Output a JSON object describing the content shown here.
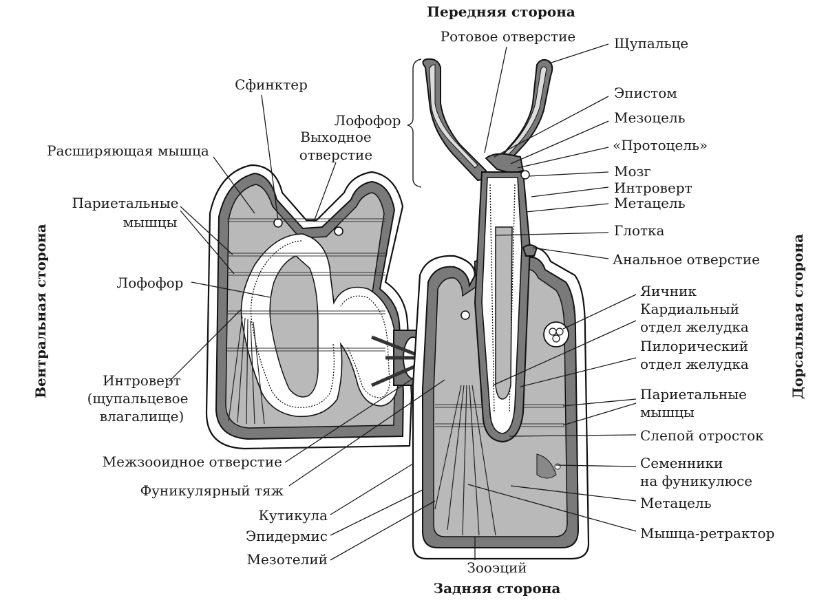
{
  "orientation": {
    "top": "Передняя сторона",
    "bottom": "Задняя сторона",
    "left": "Вентральная сторона",
    "right": "Дорсальная сторона"
  },
  "labels": {
    "sphincter": "Сфинктер",
    "dilator_muscle": "Расширяющая мышца",
    "parietal_muscles_left_1": "Париетальные",
    "parietal_muscles_left_2": "мышцы",
    "lophophore_left": "Лофофор",
    "introvert_left_1": "Интроверт",
    "introvert_left_2": "(щупальцевое",
    "introvert_left_3": "влагалище)",
    "lophophore_top": "Лофофор",
    "exit_opening_1": "Выходное",
    "exit_opening_2": "отверстие",
    "mouth": "Ротовое отверстие",
    "tentacle": "Щупальце",
    "epistome": "Эпистом",
    "mesocoel": "Мезоцель",
    "protocoel": "«Протоцель»",
    "brain": "Мозг",
    "introvert_right": "Интроверт",
    "metacoel_right_top": "Метацель",
    "pharynx": "Глотка",
    "anus": "Анальное отверстие",
    "ovary": "Яичник",
    "cardiac_stomach_1": "Кардиальный",
    "cardiac_stomach_2": "отдел желудка",
    "pyloric_stomach_1": "Пилорический",
    "pyloric_stomach_2": "отдел желудка",
    "parietal_muscles_right_1": "Париетальные",
    "parietal_muscles_right_2": "мышцы",
    "caecum": "Слепой отросток",
    "testes_1": "Семенники",
    "testes_2": "на фуникулюсе",
    "metacoel_right_bottom": "Метацель",
    "retractor": "Мышца-ретрактор",
    "interzooid_pore": "Межзооидное отверстие",
    "funicular_cord": "Фуникулярный тяж",
    "cuticle": "Кутикула",
    "epidermis": "Эпидермис",
    "mesothelium": "Мезотелий",
    "zooecium": "Зооэций"
  }
}
